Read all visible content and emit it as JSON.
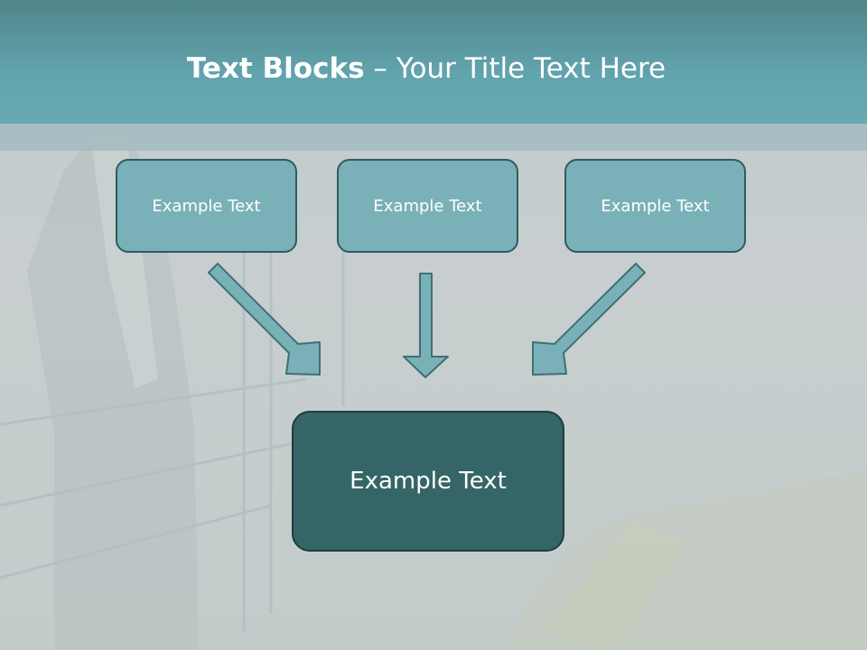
{
  "slide": {
    "title_bold": "Text Blocks",
    "title_rest": " – Your Title Text Here"
  },
  "blocks": [
    {
      "label": "Example Text"
    },
    {
      "label": "Example Text"
    },
    {
      "label": "Example Text"
    }
  ],
  "target_block": {
    "label": "Example Text"
  },
  "colors": {
    "header": "#62a4ad",
    "block_fill": "#7ab1b8",
    "block_border": "#2f5b61",
    "target_fill": "#356567",
    "arrow_fill": "#7ab1b8"
  }
}
